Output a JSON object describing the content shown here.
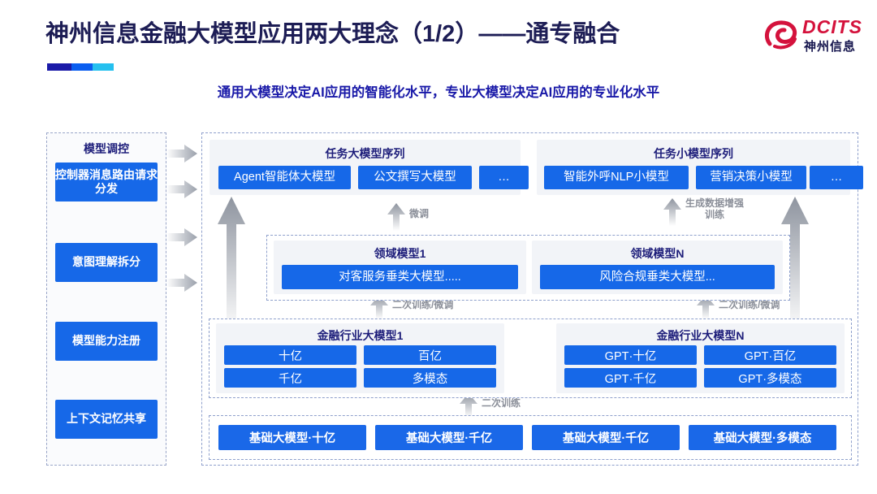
{
  "header": {
    "title": "神州信息金融大模型应用两大理念（1/2）——通专融合",
    "subtitle": "通用大模型决定AI应用的智能化水平，专业大模型决定AI应用的专业化水平",
    "logo_en": "DCITS",
    "logo_cn": "神州信息",
    "accent_colors": [
      "#1a1aa8",
      "#0a5ef0",
      "#25c0ef"
    ],
    "title_color": "#1d1d55",
    "logo_color": "#d4123c"
  },
  "sidebar": {
    "title": "模型调控",
    "items": [
      {
        "label": "控制器消息路由请求分发"
      },
      {
        "label": "意图理解拆分"
      },
      {
        "label": "模型能力注册"
      },
      {
        "label": "上下文记忆共享"
      }
    ]
  },
  "task_sequences": [
    {
      "title": "任务大模型序列",
      "chips": [
        "Agent智能体大模型",
        "公文撰写大模型",
        "…"
      ]
    },
    {
      "title": "任务小模型序列",
      "chips": [
        "智能外呼NLP小模型",
        "营销决策小模型",
        "…"
      ]
    }
  ],
  "domain_models": [
    {
      "title": "领域模型1",
      "chip": "对客服务垂类大模型....."
    },
    {
      "title": "领域模型N",
      "chip": "风险合规垂类大模型..."
    }
  ],
  "industry_models": [
    {
      "title": "金融行业大模型1",
      "boxes": [
        "十亿",
        "百亿",
        "千亿",
        "多模态"
      ]
    },
    {
      "title": "金融行业大模型N",
      "boxes": [
        "GPT·十亿",
        "GPT·百亿",
        "GPT·千亿",
        "GPT·多模态"
      ]
    }
  ],
  "base_models": [
    "基础大模型·十亿",
    "基础大模型·千亿",
    "基础大模型·千亿",
    "基础大模型·多模态"
  ],
  "arrow_labels": {
    "finetune": "微调",
    "data_augment": "生成数据增强\n训练",
    "retrain_finetune_left": "二次训练/微调",
    "retrain_finetune_right": "二次训练/微调",
    "retrain": "二次训练"
  },
  "colors": {
    "primary_blue": "#1668e8",
    "panel_grey": "#f2f4f8",
    "border_dash": "#8fa0cc",
    "arrow_grey": "#9aa0ab"
  }
}
